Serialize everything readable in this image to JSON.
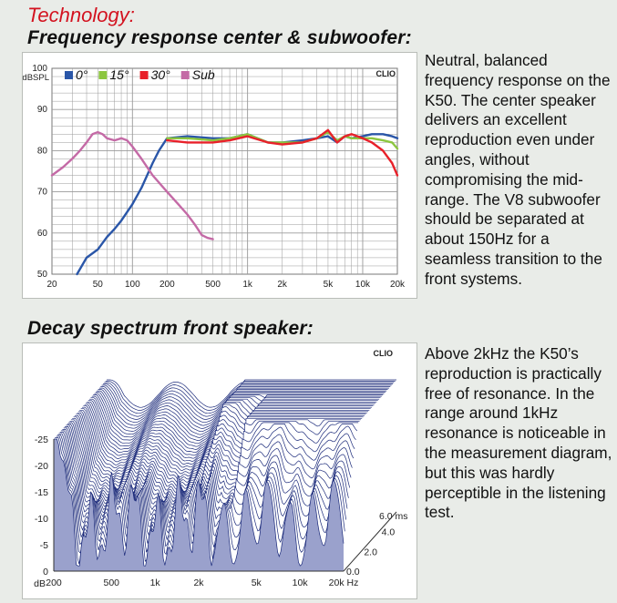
{
  "page_tag": "Technology:",
  "section1": {
    "title": "Frequency response center & subwoofer:",
    "text": "Neutral, balanced frequency response on the K50. The center speaker delivers an excellent reproduction even under angles, without compromising the mid-range. The V8 subwoofer should be separated at about 150Hz for a seamless transition to the front systems."
  },
  "section2": {
    "title": "Decay spectrum front speaker:",
    "text": "Above 2kHz the K50’s reproduction is practically free of resonance. In the range around 1kHz resonance is noticeable in the measurement diagram, but this was hardly perceptible in the listening test."
  },
  "chart_data": [
    {
      "type": "line",
      "brand": "CLIO",
      "ylabel": "dBSPL",
      "xscale": "log",
      "xlim": [
        20,
        20000
      ],
      "ylim": [
        50,
        100
      ],
      "grid": true,
      "legend_position": "top-left",
      "x_ticks": [
        {
          "v": 20,
          "label": "20"
        },
        {
          "v": 50,
          "label": "50"
        },
        {
          "v": 100,
          "label": "100"
        },
        {
          "v": 200,
          "label": "200"
        },
        {
          "v": 500,
          "label": "500"
        },
        {
          "v": 1000,
          "label": "1k"
        },
        {
          "v": 2000,
          "label": "2k"
        },
        {
          "v": 5000,
          "label": "5k"
        },
        {
          "v": 10000,
          "label": "10k"
        },
        {
          "v": 20000,
          "label": "20k"
        }
      ],
      "y_ticks": [
        50,
        60,
        70,
        80,
        90,
        100
      ],
      "series": [
        {
          "name": "0°",
          "color": "#2a56a8",
          "points": [
            [
              33,
              50
            ],
            [
              40,
              54
            ],
            [
              50,
              56
            ],
            [
              60,
              59
            ],
            [
              70,
              61
            ],
            [
              80,
              63
            ],
            [
              100,
              67
            ],
            [
              120,
              71
            ],
            [
              150,
              77
            ],
            [
              170,
              80
            ],
            [
              200,
              83
            ],
            [
              300,
              83.5
            ],
            [
              500,
              83
            ],
            [
              700,
              83
            ],
            [
              1000,
              84
            ],
            [
              1500,
              82
            ],
            [
              2000,
              82
            ],
            [
              3000,
              82.5
            ],
            [
              4000,
              83
            ],
            [
              5000,
              83.5
            ],
            [
              6000,
              82
            ],
            [
              7000,
              83.5
            ],
            [
              8000,
              83
            ],
            [
              10000,
              83.5
            ],
            [
              12000,
              84
            ],
            [
              15000,
              84
            ],
            [
              18000,
              83.5
            ],
            [
              20000,
              83
            ]
          ]
        },
        {
          "name": "15°",
          "color": "#8cc63f",
          "points": [
            [
              200,
              83
            ],
            [
              300,
              83
            ],
            [
              500,
              82.5
            ],
            [
              700,
              83
            ],
            [
              1000,
              84
            ],
            [
              1500,
              82
            ],
            [
              2000,
              82
            ],
            [
              3000,
              82
            ],
            [
              4000,
              83
            ],
            [
              5000,
              84.5
            ],
            [
              6000,
              82.5
            ],
            [
              7000,
              83.5
            ],
            [
              8000,
              83
            ],
            [
              10000,
              83
            ],
            [
              12000,
              83
            ],
            [
              15000,
              82.5
            ],
            [
              18000,
              82
            ],
            [
              20000,
              80.5
            ]
          ]
        },
        {
          "name": "30°",
          "color": "#e8212a",
          "points": [
            [
              200,
              82.5
            ],
            [
              300,
              82
            ],
            [
              500,
              82
            ],
            [
              700,
              82.5
            ],
            [
              1000,
              83.5
            ],
            [
              1500,
              82
            ],
            [
              2000,
              81.5
            ],
            [
              3000,
              82
            ],
            [
              4000,
              83
            ],
            [
              5000,
              85
            ],
            [
              6000,
              82
            ],
            [
              7000,
              83.5
            ],
            [
              8000,
              84
            ],
            [
              10000,
              83
            ],
            [
              12000,
              82
            ],
            [
              15000,
              80
            ],
            [
              18000,
              77
            ],
            [
              20000,
              74
            ]
          ]
        },
        {
          "name": "Sub",
          "color": "#c46aa6",
          "points": [
            [
              20,
              74
            ],
            [
              25,
              76
            ],
            [
              30,
              78
            ],
            [
              35,
              80
            ],
            [
              40,
              82
            ],
            [
              45,
              84
            ],
            [
              50,
              84.5
            ],
            [
              55,
              84
            ],
            [
              60,
              83
            ],
            [
              70,
              82.5
            ],
            [
              80,
              83
            ],
            [
              90,
              82.5
            ],
            [
              100,
              81
            ],
            [
              120,
              78
            ],
            [
              150,
              74
            ],
            [
              200,
              70
            ],
            [
              250,
              67
            ],
            [
              300,
              64.5
            ],
            [
              350,
              62
            ],
            [
              400,
              59.5
            ],
            [
              450,
              58.8
            ],
            [
              500,
              58.5
            ]
          ]
        }
      ]
    },
    {
      "type": "waterfall",
      "brand": "CLIO",
      "zlabel": "dB",
      "xscale": "log",
      "xlim": [
        200,
        20000
      ],
      "zlim": [
        -25,
        0
      ],
      "x_ticks": [
        {
          "v": 200,
          "label": "200"
        },
        {
          "v": 500,
          "label": "500"
        },
        {
          "v": 1000,
          "label": "1k"
        },
        {
          "v": 2000,
          "label": "2k"
        },
        {
          "v": 5000,
          "label": "5k"
        },
        {
          "v": 10000,
          "label": "10k"
        },
        {
          "v": 20000,
          "label": "20k Hz"
        }
      ],
      "z_ticks": [
        0,
        -5,
        -10,
        -15,
        -20,
        -25
      ],
      "time_ticks": [
        {
          "v": 0,
          "label": "0.0"
        },
        {
          "v": 2,
          "label": "2.0"
        },
        {
          "v": 4,
          "label": "4.0"
        },
        {
          "v": 6,
          "label": "6.0 ms"
        }
      ],
      "time_range_ms": [
        0,
        6
      ]
    }
  ]
}
